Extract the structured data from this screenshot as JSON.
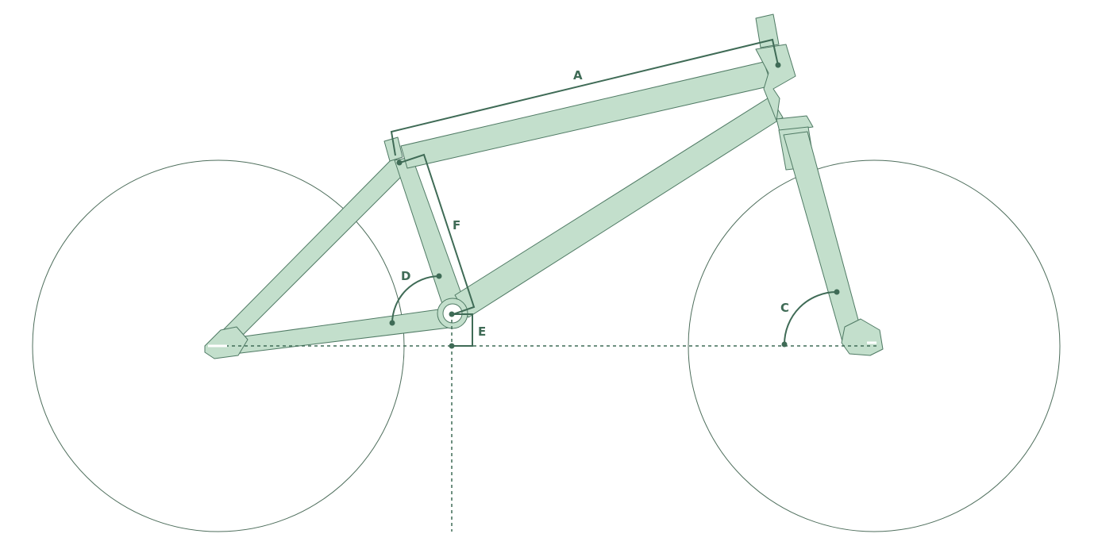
{
  "diagram": {
    "colors": {
      "frame_fill": "#c3dfcc",
      "frame_outline": "#4f7a64",
      "measurement": "#3f6b56",
      "wheel_outline": "#4e6e5c"
    },
    "labels": {
      "top_tube": "A",
      "head_angle": "C",
      "seat_angle": "D",
      "bb_drop": "E",
      "seat_tube": "F"
    }
  }
}
